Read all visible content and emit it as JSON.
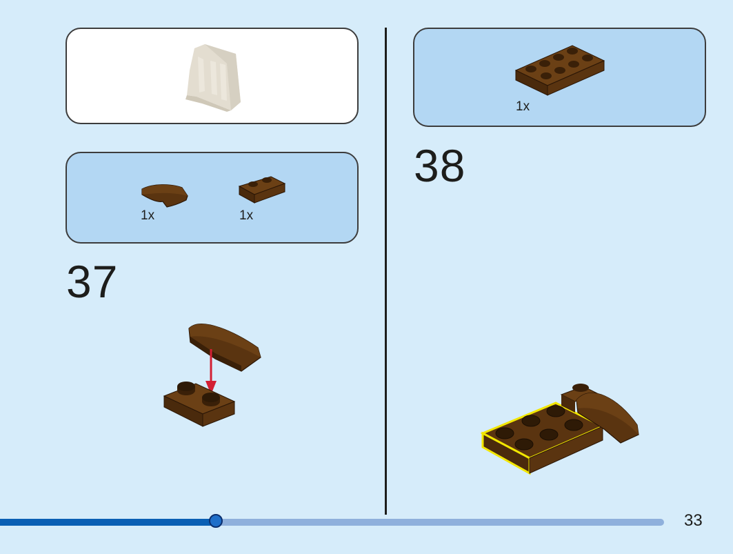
{
  "step_37": {
    "number": "37",
    "parts": [
      {
        "name": "curved slope 1x2 brown",
        "quantity": "1x"
      },
      {
        "name": "plate 1x2 brown",
        "quantity": "1x"
      }
    ]
  },
  "step_38": {
    "number": "38",
    "parts": [
      {
        "name": "plate 2x4 brown",
        "quantity": "1x"
      }
    ]
  },
  "page": {
    "number": "33",
    "progress": 0.325
  },
  "colors": {
    "background": "#d6ecfa",
    "parts_panel": "#b3d7f3",
    "brick_brown": "#5a3410",
    "highlight": "#f2e600",
    "progress_fill": "#0a5fb4",
    "progress_track": "#8fb0dc",
    "arrow": "#d31f33"
  }
}
